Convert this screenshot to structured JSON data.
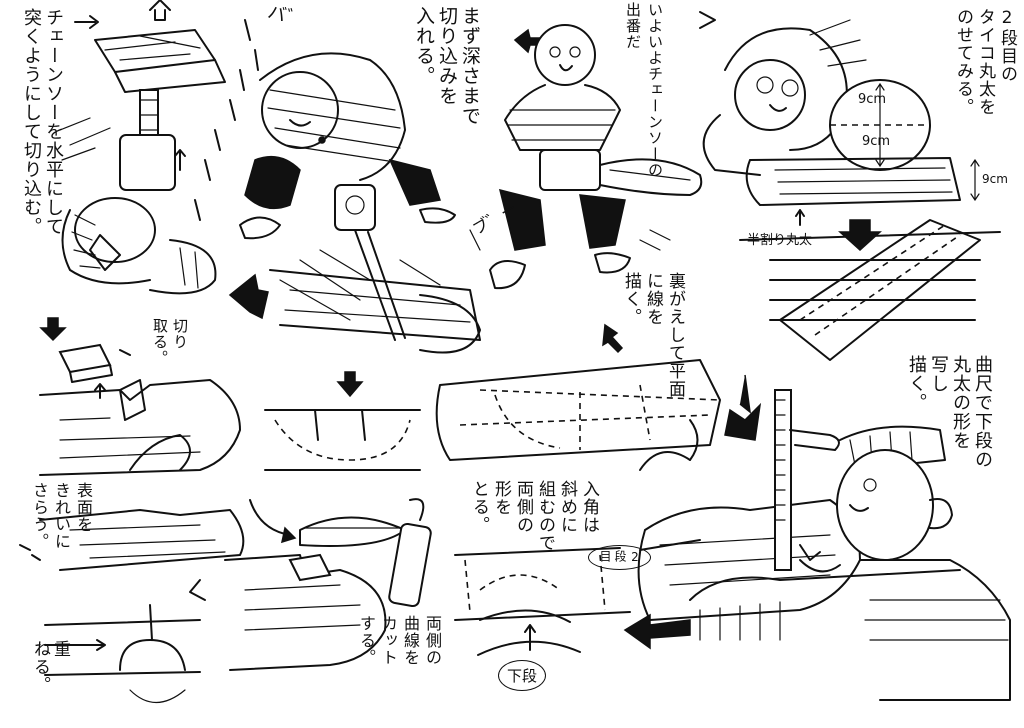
{
  "captions": {
    "step1_chainsaw_level": "チェーンソーを水平にして\n突くようにして切り込む。",
    "step2_cut_depth": "まず深さまで\n切り込みを\n入れる。",
    "step3_chainsaw_turn": "いよいよチェーンソーの\n出番だ",
    "step4_stack_log": "2段目の\nタイコ丸太を\nのせてみる。",
    "step5_flip_mark": "裏がえして平面\nに線を\n描く。",
    "step6_trace": "曲尺で下段の\n丸太の形を\n写し\n描く。",
    "step7_notch_angle": "入角は\n斜めに\n組むので\n両側の\n形を\nとる。",
    "step8_cut_curve": "両側の\n曲線を\nカット\nする。",
    "step9_clean_surface": "表面を\nきれいに\nさらう。",
    "step10_remove": "切り\n取る。",
    "step11_stack": "重\nねる。"
  },
  "labels": {
    "half_log": "半割り丸太",
    "dim_upper": "9cm",
    "dim_lower": "9cm",
    "dim_log": "9cm",
    "second_tier": "2\n段\n目",
    "lower_tier": "下段"
  },
  "sound_effects": {
    "bababa": "バ゛",
    "buiin": "ブ゛ー"
  },
  "style": {
    "ink": "#111111",
    "paper": "#ffffff"
  }
}
